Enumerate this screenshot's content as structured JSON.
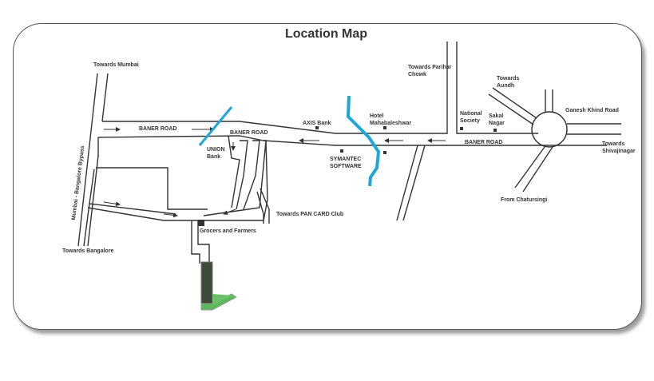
{
  "map": {
    "title": "Location Map",
    "labels": {
      "towards_mumbai": "Towards Mumbai",
      "bypass": "Mumbai - Bangalore Bypass",
      "towards_bangalore": "Towards Bangalore",
      "baner_road_left": "BANER ROAD",
      "baner_road_mid": "BANER ROAD",
      "baner_road_right": "BANER ROAD",
      "union_bank_1": "UNION",
      "union_bank_2": "Bank",
      "axis_bank": "AXIS Bank",
      "hotel_1": "Hotel",
      "hotel_2": "Mahabaleshwar",
      "symantec_1": "SYMANTEC",
      "symantec_2": "SOFTWARE",
      "parihar_1": "Towards Parihar",
      "parihar_2": "Chowk",
      "national_1": "National",
      "national_2": "Society",
      "sakal_1": "Sakal",
      "sakal_2": "Nagar",
      "aundh_1": "Towards",
      "aundh_2": "Aundh",
      "ganesh_khind": "Ganesh Khind Road",
      "shivaji_1": "Towards",
      "shivaji_2": "Shivajinagar",
      "chaturshingi": "From Chatursingi",
      "pan_card": "Towards PAN CARD Club",
      "grocers": "Grocers and Farmers"
    },
    "colors": {
      "river": "#1ea7d8",
      "road": "#333333",
      "green": "#5cb85c"
    }
  }
}
